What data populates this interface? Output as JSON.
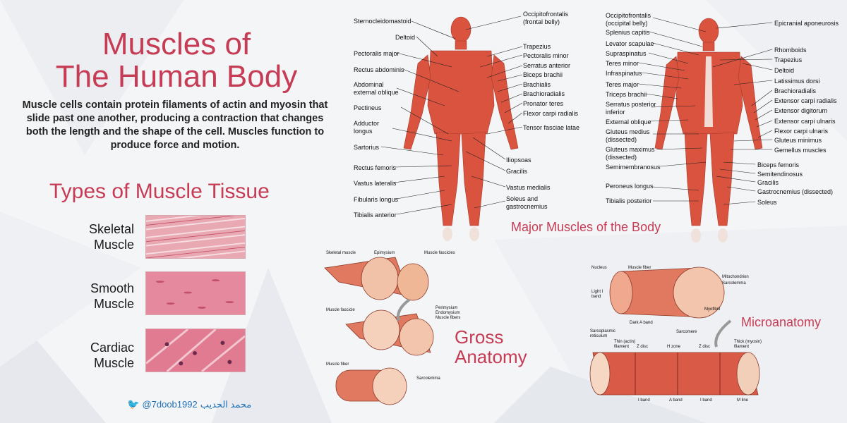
{
  "title": {
    "line1": "Muscles of",
    "line2": "The Human Body"
  },
  "intro": "Muscle cells contain protein filaments of actin and myosin that slide past one another, producing a contraction that changes both the length and the shape of the cell. Muscles function to produce force and motion.",
  "types_heading": "Types of Muscle Tissue",
  "tissues": [
    {
      "line1": "Skeletal",
      "line2": "Muscle"
    },
    {
      "line1": "Smooth",
      "line2": "Muscle"
    },
    {
      "line1": "Cardiac",
      "line2": "Muscle"
    }
  ],
  "credit": {
    "handle": "@7doob1992",
    "name": "محمد الحديب",
    "icon": "twitter-bird-icon",
    "color": "#1f6fb5"
  },
  "major_title": "Major Muscles of the Body",
  "front_left_labels": [
    "Sternocleidomastoid",
    "Deltoid",
    "Pectoralis major",
    "Rectus abdominis",
    "Abdominal",
    "external oblique",
    "Pectineus",
    "Adductor",
    "longus",
    "Sartorius",
    "Rectus femoris",
    "Vastus lateralis",
    "Fibularis longus",
    "Tibialis anterior"
  ],
  "front_right_labels": [
    "Occipitofrontalis",
    "(frontal belly)",
    "Trapezius",
    "Pectoralis minor",
    "Serratus anterior",
    "Biceps brachii",
    "Brachialis",
    "Brachioradialis",
    "Pronator teres",
    "Flexor carpi radialis",
    "Tensor fasciae latae",
    "Iliopsoas",
    "Gracilis",
    "Vastus medialis",
    "Soleus and",
    "gastrocnemius"
  ],
  "back_left_labels": [
    "Occipitofrontalis",
    "(occipital belly)",
    "Splenius capitis",
    "Levator scapulae",
    "Supraspinatus",
    "Teres minor",
    "Infraspinatus",
    "Teres major",
    "Triceps brachii",
    "Serratus posterior",
    "inferior",
    "External oblique",
    "Gluteus medius",
    "(dissected)",
    "Gluteus maximus",
    "(dissected)",
    "Semimembranosus",
    "Peroneus longus",
    "Tibialis posterior"
  ],
  "back_right_labels": [
    "Epicranial aponeurosis",
    "Rhomboids",
    "Trapezius",
    "Deltoid",
    "Latissimus dorsi",
    "Brachioradialis",
    "Extensor carpi radialis",
    "Extensor digitorum",
    "Extensor carpi ulnaris",
    "Flexor carpi ulnaris",
    "Gluteus minimus",
    "Gemellus muscles",
    "Biceps femoris",
    "Semitendinosus",
    "Gracilis",
    "Gastrocnemius (dissected)",
    "Soleus"
  ],
  "gross": {
    "title1": "Gross",
    "title2": "Anatomy",
    "labels": [
      "Skeletal muscle",
      "Epimysium",
      "Muscle fascicles",
      "Muscle fascicle",
      "Perimysium",
      "Endomysium",
      "Muscle fibers",
      "Muscle fiber",
      "Sarcolemma"
    ]
  },
  "micro": {
    "title": "Microanatomy",
    "labels": [
      "Nucleus",
      "Muscle fiber",
      "Mitochondrion",
      "Sarcolemma",
      "Light I",
      "band",
      "Dark A band",
      "Myofibril",
      "Sarcoplasmic",
      "reticulum",
      "Thin (actin)",
      "filament",
      "Sarcomere",
      "Z disc",
      "H zone",
      "Z disc",
      "Thick (myosin)",
      "filament",
      "I band",
      "A band",
      "I band",
      "M line"
    ]
  }
}
